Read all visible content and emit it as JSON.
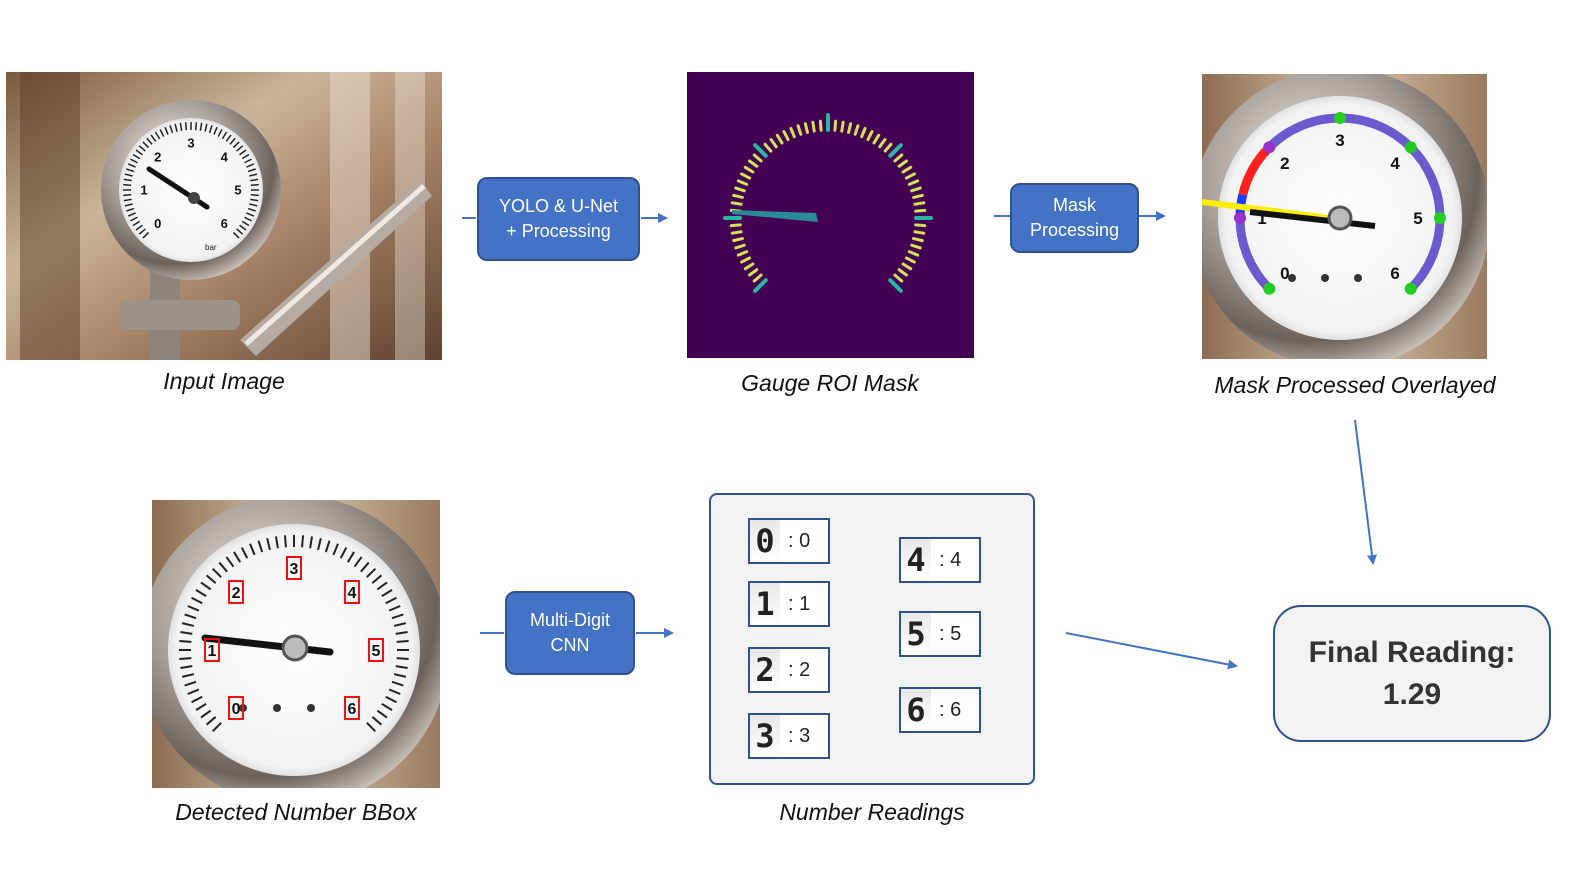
{
  "captions": {
    "input": "Input Image",
    "mask": "Gauge ROI Mask",
    "overlay": "Mask Processed Overlayed",
    "bbox": "Detected Number BBox",
    "readings": "Number Readings"
  },
  "steps": {
    "yolo": [
      "YOLO & U-Net",
      "+ Processing"
    ],
    "mask": [
      "Mask",
      "Processing"
    ],
    "cnn": [
      "Multi-Digit",
      "CNN"
    ]
  },
  "final": {
    "label": "Final Reading:",
    "value": "1.29"
  },
  "readings": [
    {
      "glyph": "0",
      "label": ": 0"
    },
    {
      "glyph": "1",
      "label": ": 1"
    },
    {
      "glyph": "2",
      "label": ": 2"
    },
    {
      "glyph": "3",
      "label": ": 3"
    },
    {
      "glyph": "4",
      "label": ": 4"
    },
    {
      "glyph": "5",
      "label": ": 5"
    },
    {
      "glyph": "6",
      "label": ": 6"
    }
  ],
  "gauge": {
    "numbers": [
      "0",
      "1",
      "2",
      "3",
      "4",
      "5",
      "6"
    ],
    "unit": "bar"
  },
  "colors": {
    "box_fill": "#4472c4",
    "box_border": "#2f528f",
    "arrow": "#4472c4",
    "mask_bg": "#440154",
    "mask_tick": "#d4e157",
    "mask_major": "#2ab7a0",
    "arc": "#6a5acd",
    "arc_red": "#ff2020",
    "arc_blue": "#1a3cff",
    "needle_line": "#ffee00",
    "point": "#22cc22",
    "bbox": "#ee1111"
  }
}
